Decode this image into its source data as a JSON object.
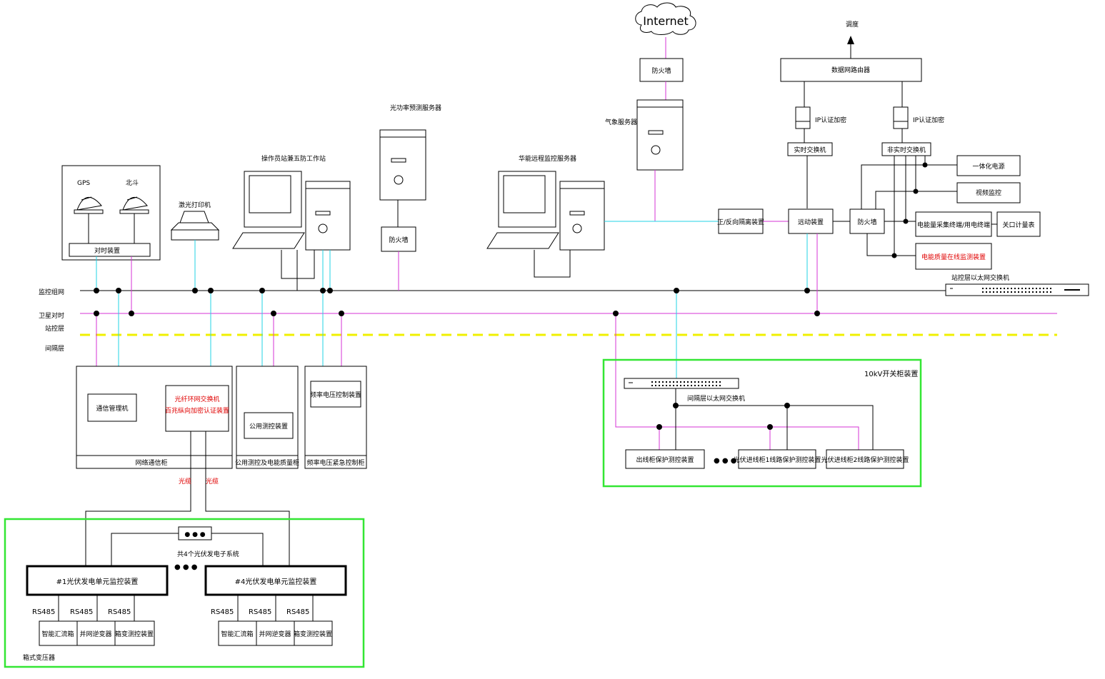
{
  "labels": {
    "internet": "Internet",
    "internet_firewall": "防火墙",
    "weather_server": "气象服务器",
    "power_forecast_server": "光功率预测服务器",
    "forecast_firewall": "防火墙",
    "operator_station": "操作员站兼五防工作站",
    "remote_server": "华能远程监控服务器",
    "laser_printer": "激光打印机",
    "gps": "GPS",
    "beidou": "北斗",
    "timing_device": "对时装置",
    "dispatch_up": "调度",
    "data_router": "数据网路由器",
    "ip_encrypt_1": "IP认证加密",
    "ip_encrypt_2": "IP认证加密",
    "realtime_switch": "实时交换机",
    "nonrealtime_switch": "非实时交换机",
    "isolation_device": "正/反向隔离装置",
    "telecontrol_device": "远动装置",
    "firewall_right": "防火墙",
    "integrated_power": "一体化电源",
    "video_monitor": "视频监控",
    "energy_terminal": "电能量采集终端/用电终端",
    "grid_meter": "关口计量表",
    "power_quality": "电能质量在线监测装置",
    "station_switch": "站控层以太网交换机",
    "layer_monitor": "监控组网",
    "layer_satellite": "卫星对时",
    "layer_station": "站控层",
    "layer_bay": "间隔层",
    "comm_manager": "通信管理机",
    "fiber_ring_switch": "光纤环网交换机",
    "vertical_encrypt": "百兆纵向加密认证装置",
    "network_cabinet": "网络通信柜",
    "public_monitor": "公用测控装置",
    "public_cabinet": "公用测控及电能质量柜",
    "freq_voltage_device": "频率电压控制装置",
    "freq_voltage_cabinet": "频率电压紧急控制柜",
    "fiber_1": "光缆",
    "fiber_2": "光缆",
    "switchgear_title": "10kV开关柜装置",
    "bay_switch": "间隔层以太网交换机",
    "outgoing_protect": "出线柜保护测控装置",
    "pv_line_1": "光伏进线柜1线路保护测控装置",
    "pv_line_2": "光伏进线柜2线路保护测控装置",
    "ellipsis_dots": "● ● ●",
    "pv_subsystem_count": "共4个光伏发电子系统",
    "unit_1": "#1光伏发电单元监控装置",
    "unit_4": "#4光伏发电单元监控装置",
    "rs485": "RS485",
    "combiner_1": "智能汇流箱",
    "inverter_1": "并网逆变器",
    "transformer_1": "箱变测控装置",
    "combiner_4": "智能汇流箱",
    "inverter_4": "并网逆变器",
    "transformer_4": "箱变测控装置",
    "box_transformer": "箱式变压器"
  },
  "colors": {
    "network_line": "#22d3e6",
    "timing_line": "#d633d6",
    "layer_divider": "#f0f000",
    "region_outline": "#33e633",
    "highlight_text": "#e00000"
  }
}
